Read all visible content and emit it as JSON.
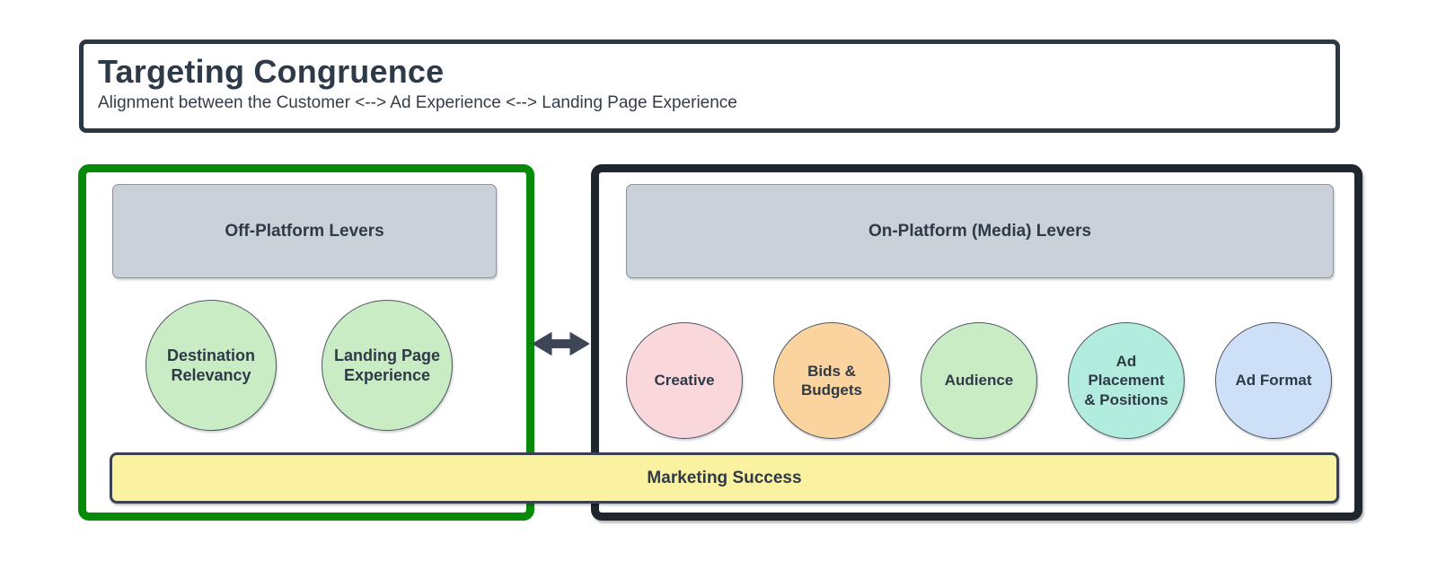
{
  "title_panel": {
    "title": "Targeting Congruence",
    "subtitle": "Alignment between the Customer <--> Ad Experience <--> Landing Page Experience",
    "border_color": "#2c3743"
  },
  "left_panel": {
    "header": "Off-Platform Levers",
    "border_color": "#078a07",
    "header_fill": "#cbd1d8",
    "circles": [
      {
        "label": "Destination Relevancy",
        "fill": "#c9ecc5"
      },
      {
        "label": "Landing Page Experience",
        "fill": "#c9ecc5"
      }
    ]
  },
  "right_panel": {
    "header": "On-Platform (Media) Levers",
    "border_color": "#20262e",
    "header_fill": "#cbd1d8",
    "circles": [
      {
        "label": "Creative",
        "fill": "#f9d7da"
      },
      {
        "label": "Bids & Budgets",
        "fill": "#fad39e"
      },
      {
        "label": "Audience",
        "fill": "#c9ecc5"
      },
      {
        "label": "Ad Placement & Positions",
        "fill": "#b2ecdf"
      },
      {
        "label": "Ad Format",
        "fill": "#cde0f8"
      }
    ]
  },
  "connector": {
    "type": "double-headed-arrow",
    "color": "#3e4656"
  },
  "success_bar": {
    "label": "Marketing Success",
    "fill": "#fbf2a1",
    "border_color": "#39424e"
  }
}
